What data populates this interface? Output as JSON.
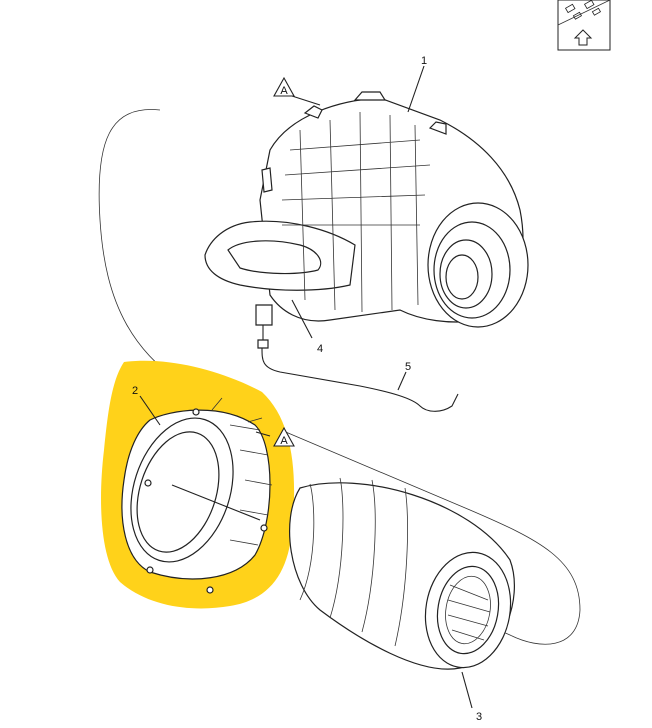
{
  "callouts": [
    {
      "id": "1",
      "label": "1"
    },
    {
      "id": "2",
      "label": "2"
    },
    {
      "id": "3",
      "label": "3"
    },
    {
      "id": "4",
      "label": "4"
    },
    {
      "id": "5",
      "label": "5"
    }
  ],
  "warnings": [
    {
      "id": "a-top",
      "label": "A"
    },
    {
      "id": "a-bottom",
      "label": "A"
    }
  ],
  "highlight_color": "#ffd21a",
  "nav_icon": "view-direction-icon",
  "nav_arrow": "up-arrow-icon"
}
